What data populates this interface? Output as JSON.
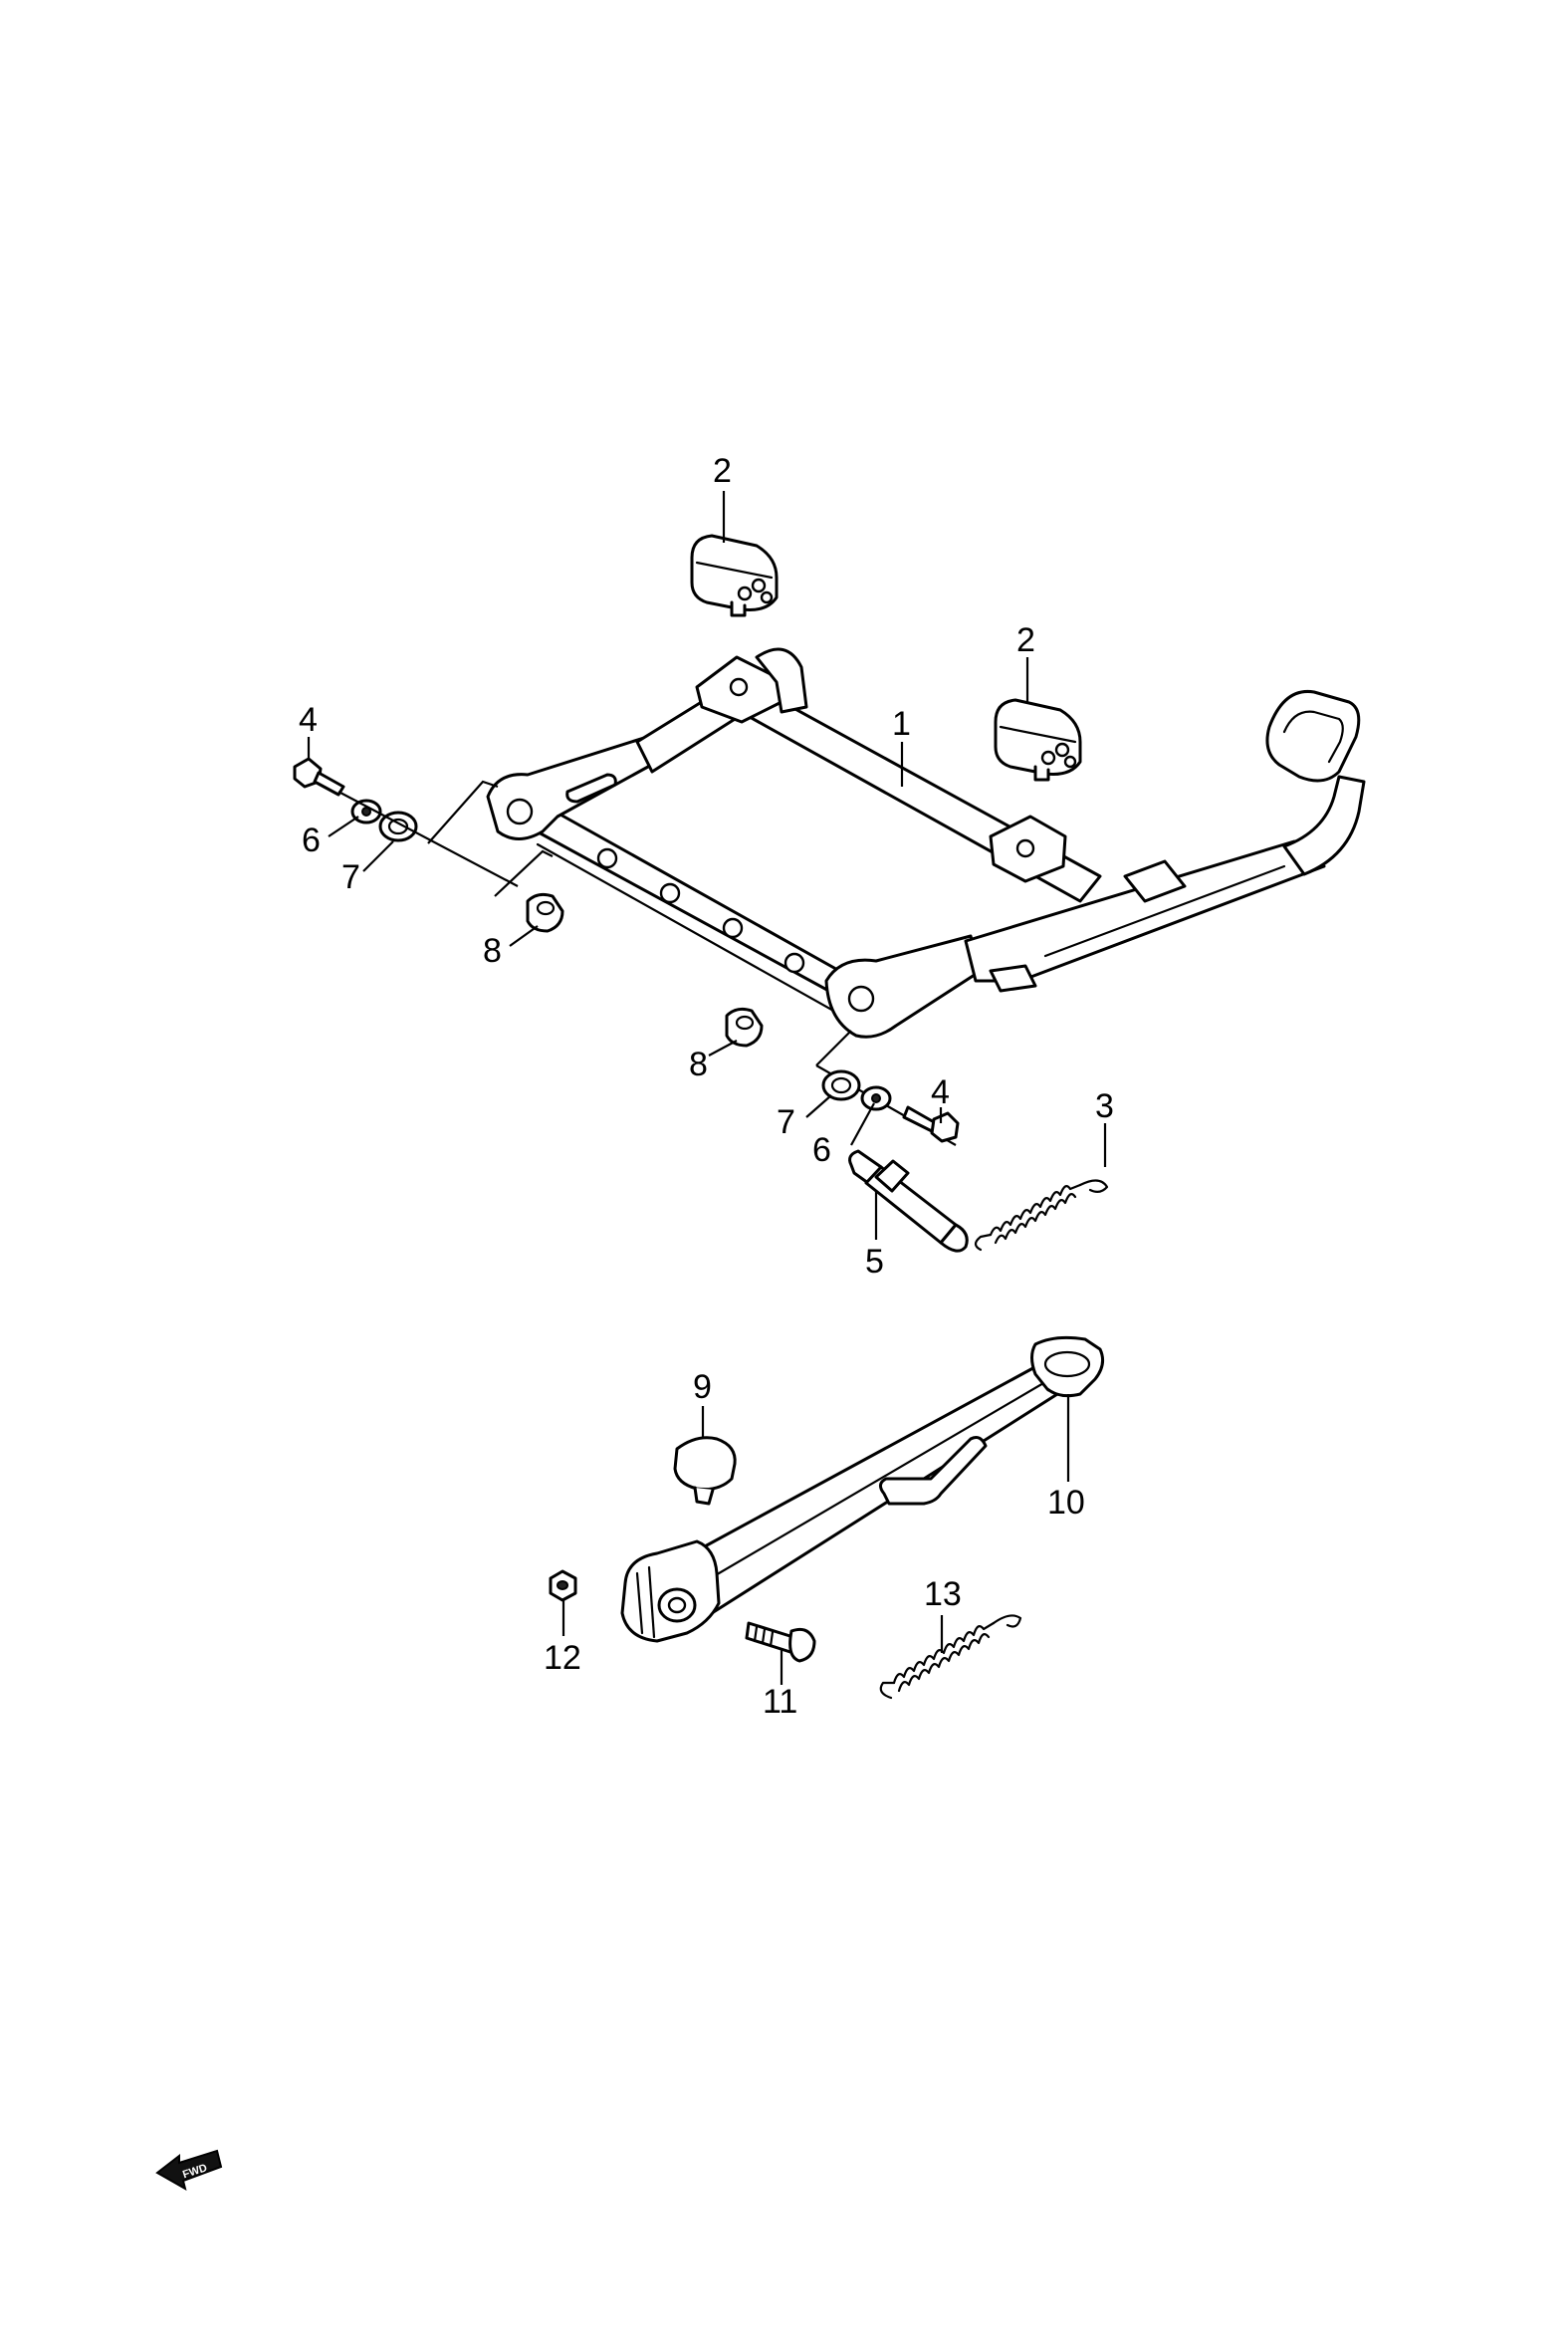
{
  "diagram": {
    "callouts": [
      {
        "id": "c1",
        "label": "1"
      },
      {
        "id": "c2a",
        "label": "2"
      },
      {
        "id": "c2b",
        "label": "2"
      },
      {
        "id": "c3",
        "label": "3"
      },
      {
        "id": "c4a",
        "label": "4"
      },
      {
        "id": "c4b",
        "label": "4"
      },
      {
        "id": "c5",
        "label": "5"
      },
      {
        "id": "c6a",
        "label": "6"
      },
      {
        "id": "c6b",
        "label": "6"
      },
      {
        "id": "c7a",
        "label": "7"
      },
      {
        "id": "c7b",
        "label": "7"
      },
      {
        "id": "c8a",
        "label": "8"
      },
      {
        "id": "c8b",
        "label": "8"
      },
      {
        "id": "c9",
        "label": "9"
      },
      {
        "id": "c10",
        "label": "10"
      },
      {
        "id": "c11",
        "label": "11"
      },
      {
        "id": "c12",
        "label": "12"
      },
      {
        "id": "c13",
        "label": "13"
      }
    ],
    "fwd_badge": "FWD"
  }
}
